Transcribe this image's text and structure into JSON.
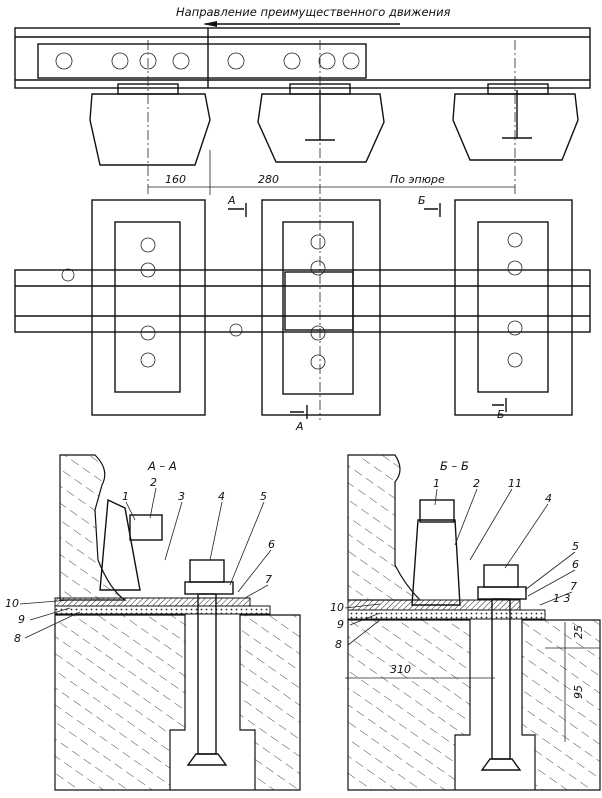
{
  "title": "Направление преимущественного движения",
  "dimensions": {
    "d1": "160",
    "d2": "280",
    "d3": "По эпюре",
    "d_depth1": "25",
    "d_depth2": "95",
    "d_offset": "310",
    "slope": "1 3"
  },
  "section_markers": {
    "a": "А",
    "b": "Б"
  },
  "sections": {
    "aa": "А – А",
    "bb": "Б – Б"
  },
  "callouts_aa": [
    "1",
    "2",
    "3",
    "4",
    "5",
    "6",
    "7",
    "8",
    "9",
    "10"
  ],
  "callouts_bb": [
    "1",
    "2",
    "11",
    "4",
    "5",
    "6",
    "7",
    "8",
    "9",
    "10"
  ]
}
